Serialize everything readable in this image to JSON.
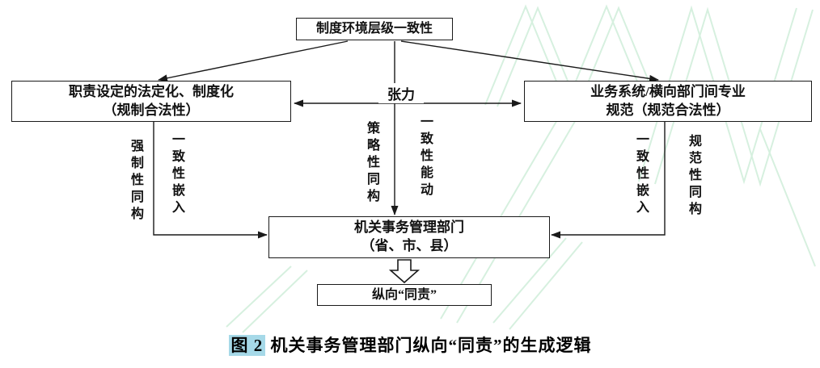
{
  "colors": {
    "watermark": "#c6ead2",
    "line": "#1a1a1a",
    "highlight": "#a6d9e8"
  },
  "diagram": {
    "top_box": "制度环境层级一致性",
    "left_box": {
      "line1": "职责设定的法定化、制度化",
      "line2": "（规制合法性）"
    },
    "right_box": {
      "line1": "业务系统/横向部门间专业",
      "line2": "规范（规范合法性）"
    },
    "tension_label": "张力",
    "verticals": {
      "left_outer": "强制性同构",
      "left_inner": "一致性嵌入",
      "mid_left": "策略性同构",
      "mid_right": "一致性能动",
      "right_inner": "一致性嵌入",
      "right_outer": "规范性同构"
    },
    "center_box": {
      "line1": "机关事务管理部门",
      "line2": "（省、市、县）"
    },
    "bottom_box": "纵向“同责”",
    "caption": {
      "highlight": "图 2",
      "rest": " 机关事务管理部门纵向“同责”的生成逻辑"
    }
  }
}
